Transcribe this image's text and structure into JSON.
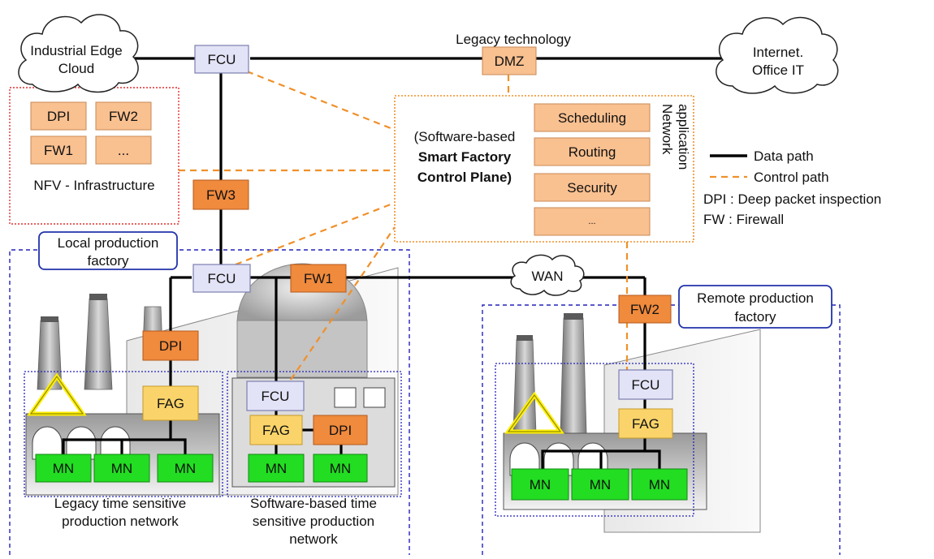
{
  "clouds": {
    "edge_cloud": [
      "Industrial Edge",
      "Cloud"
    ],
    "internet": [
      "Internet.",
      "Office IT"
    ],
    "wan": "WAN"
  },
  "legacy_technology": "Legacy technology",
  "nfv": {
    "functions": [
      "DPI",
      "FW2",
      "FW1",
      "..."
    ],
    "label": "NFV - Infrastructure"
  },
  "control_plane": {
    "title_line1": "(Software-based",
    "title_line2": "Smart Factory",
    "title_line3": "Control Plane)",
    "applications": [
      "Scheduling",
      "Routing",
      "Security",
      "..."
    ],
    "side_label": [
      "Network",
      "application"
    ]
  },
  "legend": {
    "data_path": "Data path",
    "control_path": "Control path",
    "dpi_def": "DPI : Deep packet inspection",
    "fw_def": "FW : Firewall"
  },
  "local_factory": {
    "title": [
      "Local production",
      "factory"
    ],
    "legacy_caption": [
      "Legacy time sensitive",
      "production network"
    ],
    "software_caption": [
      "Software-based time",
      "sensitive production",
      "network"
    ]
  },
  "remote_factory": {
    "title": [
      "Remote production",
      "factory"
    ]
  },
  "nodes": {
    "fcu": "FCU",
    "dmz": "DMZ",
    "fw1": "FW1",
    "fw2": "FW2",
    "fw3": "FW3",
    "dpi": "DPI",
    "fag": "FAG",
    "mn": "MN"
  },
  "colors": {
    "fcu": "#e3e3f7",
    "peach": "#f9c090",
    "orange": "#f08a3c",
    "fag": "#fad46a",
    "mn": "#22dd22",
    "control_path": "#f0902a",
    "frame_blue": "#2222bb",
    "nfv_red": "#e03030"
  }
}
